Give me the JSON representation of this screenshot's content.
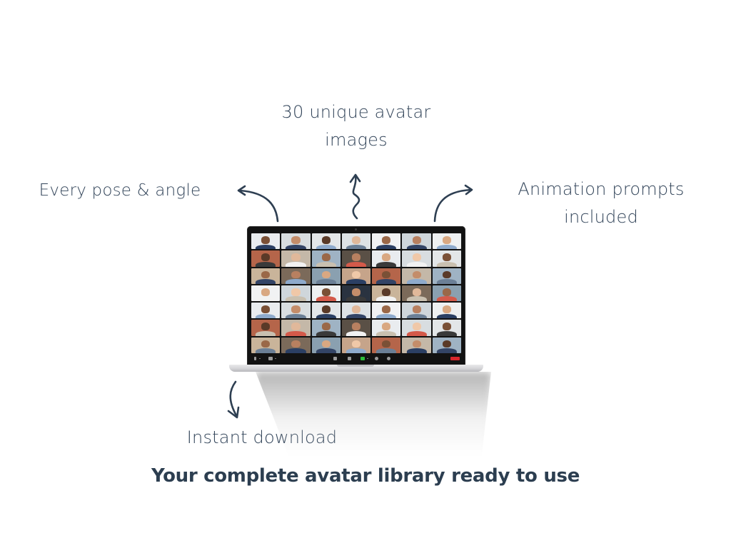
{
  "features": {
    "top": {
      "lines": [
        "30 unique avatar",
        "images"
      ],
      "arrow": "squiggle-up-arrow"
    },
    "left": {
      "lines": [
        "Every pose & angle"
      ],
      "arrow": "curved-up-left-arrow"
    },
    "right": {
      "lines": [
        "Animation prompts",
        "included"
      ],
      "arrow": "curved-up-right-arrow"
    },
    "bottom": {
      "lines": [
        "Instant download"
      ],
      "arrow": "curved-down-arrow"
    }
  },
  "headline": "Your complete avatar library ready to use",
  "laptop": {
    "grid": {
      "rows": 7,
      "columns": 7
    },
    "toolbar_icons": [
      "microphone-icon",
      "video-camera-icon",
      "participants-icon",
      "chat-icon",
      "share-screen-icon",
      "record-icon",
      "reactions-icon",
      "end-call-button"
    ],
    "colors": {
      "share": "#2dbd3a",
      "end_call": "#d9262c",
      "bezel": "#121212"
    }
  },
  "colors": {
    "text": "#2e3f52",
    "background": "#ffffff"
  }
}
